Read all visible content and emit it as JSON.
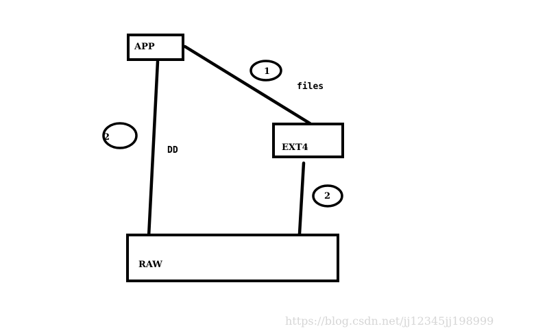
{
  "nodes": {
    "app": "APP",
    "ext4": "EXT4",
    "raw": "RAW"
  },
  "edge_labels": {
    "files": "files",
    "dd": "DD"
  },
  "markers": {
    "step_1": "1",
    "step_2_left": "2",
    "step_2_right": "2"
  },
  "watermark": "https://blog.csdn.net/jj12345jj198999"
}
